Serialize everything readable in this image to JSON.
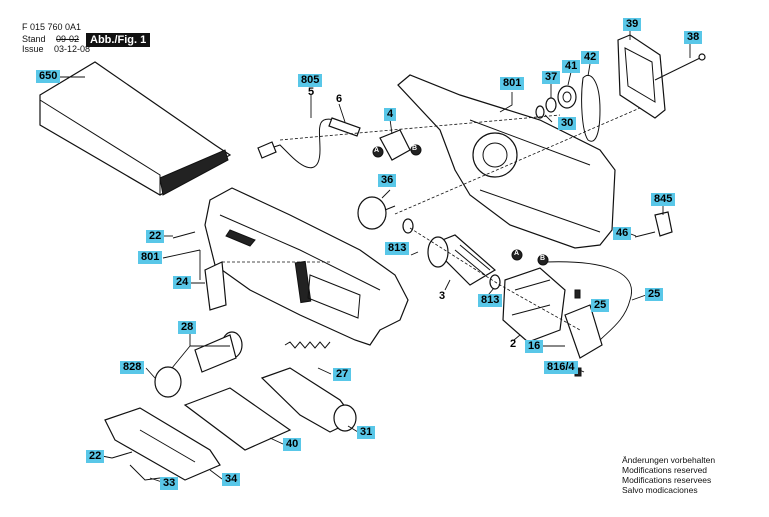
{
  "header": {
    "doc_number": "F 015 760 0A1",
    "stand_label": "Stand",
    "stand_value": "09-02",
    "issue_label": "Issue",
    "issue_value": "03-12-08",
    "figure_label": "Abb./Fig. 1"
  },
  "markers": {
    "a": "A",
    "b": "B"
  },
  "part_labels": {
    "p650": "650",
    "p805": "805",
    "p5": "5",
    "p6": "6",
    "p4": "4",
    "p801a": "801",
    "p37": "37",
    "p41": "41",
    "p42": "42",
    "p39": "39",
    "p38": "38",
    "p30": "30",
    "p36": "36",
    "p845": "845",
    "p46": "46",
    "p22a": "22",
    "p801b": "801",
    "p813a": "813",
    "p24": "24",
    "p3": "3",
    "p813b": "813",
    "p25a": "25",
    "p25b": "25",
    "p2": "2",
    "p16": "16",
    "p816_4": "816/4",
    "p28": "28",
    "p828": "828",
    "p27": "27",
    "p40": "40",
    "p31": "31",
    "p22b": "22",
    "p34": "34",
    "p33": "33"
  },
  "notes": [
    "Änderungen vorbehalten",
    "Modifications reserved",
    "Modifications reservees",
    "Salvo modicaciones"
  ]
}
